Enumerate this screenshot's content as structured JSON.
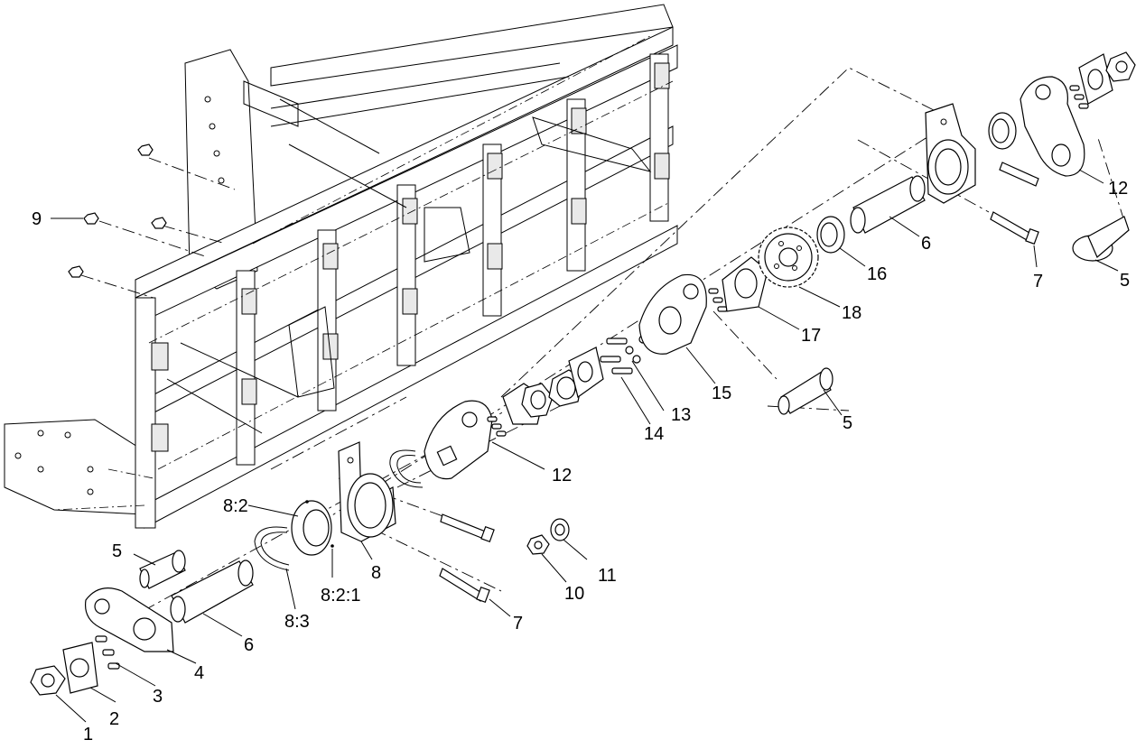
{
  "callouts": [
    {
      "id": "c1",
      "label": "1"
    },
    {
      "id": "c2",
      "label": "2"
    },
    {
      "id": "c3",
      "label": "3"
    },
    {
      "id": "c4",
      "label": "4"
    },
    {
      "id": "c5a",
      "label": "5"
    },
    {
      "id": "c5b",
      "label": "5"
    },
    {
      "id": "c5c",
      "label": "5"
    },
    {
      "id": "c6a",
      "label": "6"
    },
    {
      "id": "c6b",
      "label": "6"
    },
    {
      "id": "c7a",
      "label": "7"
    },
    {
      "id": "c7b",
      "label": "7"
    },
    {
      "id": "c8",
      "label": "8"
    },
    {
      "id": "c82",
      "label": "8:2"
    },
    {
      "id": "c821",
      "label": "8:2:1"
    },
    {
      "id": "c83",
      "label": "8:3"
    },
    {
      "id": "c9",
      "label": "9"
    },
    {
      "id": "c10",
      "label": "10"
    },
    {
      "id": "c11",
      "label": "11"
    },
    {
      "id": "c12a",
      "label": "12"
    },
    {
      "id": "c12b",
      "label": "12"
    },
    {
      "id": "c13",
      "label": "13"
    },
    {
      "id": "c14",
      "label": "14"
    },
    {
      "id": "c15",
      "label": "15"
    },
    {
      "id": "c16",
      "label": "16"
    },
    {
      "id": "c17",
      "label": "17"
    },
    {
      "id": "c18",
      "label": "18"
    }
  ]
}
